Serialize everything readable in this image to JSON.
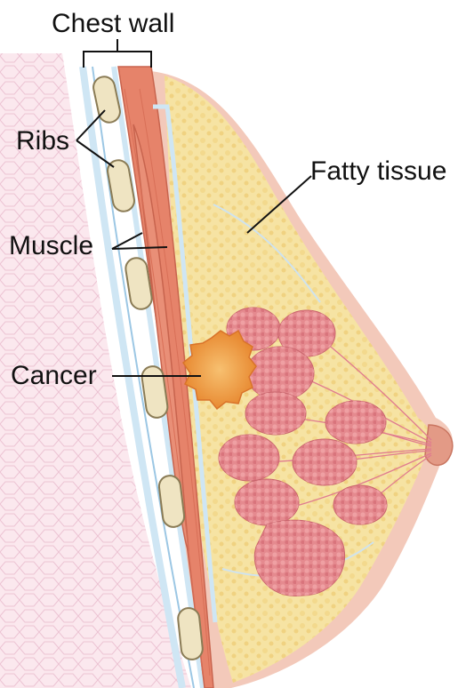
{
  "labels": {
    "chest_wall": "Chest wall",
    "ribs": "Ribs",
    "muscle": "Muscle",
    "cancer": "Cancer",
    "fatty_tissue": "Fatty tissue"
  },
  "colors": {
    "skin_outer": "#f3c2b4",
    "skin_pink": "#f8dde6",
    "fat": "#f6e3a0",
    "fat_dark": "#ebc96d",
    "muscle": "#e6836a",
    "muscle_dark": "#c8644e",
    "rib": "#efe4c2",
    "rib_edge": "#8a7b55",
    "fascia": "#cfe6f4",
    "lobule": "#e58a8f",
    "lobule_dark": "#c8646c",
    "tumor": "#f4a24a",
    "tumor_dark": "#e27b2a",
    "nipple": "#e39a86",
    "leader": "#111111"
  }
}
